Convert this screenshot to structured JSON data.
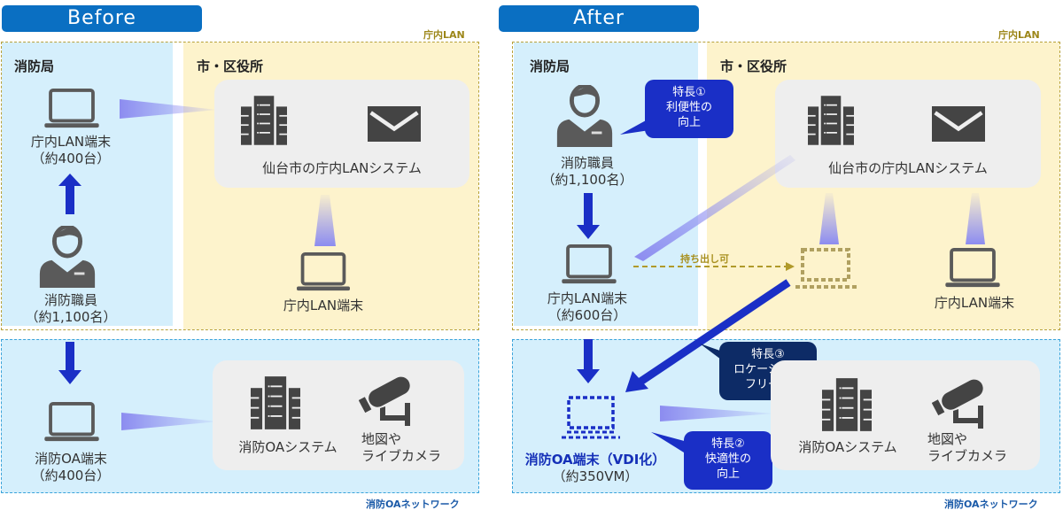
{
  "before": {
    "badge": "Before",
    "lan_tag": "庁内LAN",
    "oa_tag": "消防OAネットワーク",
    "fire_dept_title": "消防局",
    "city_office_title": "市・区役所",
    "lan_terminal": {
      "line1": "庁内LAN端末",
      "line2": "（約400台）",
      "icon": "laptop-icon"
    },
    "staff": {
      "line1": "消防職員",
      "line2": "（約1,100名）",
      "icon": "person-icon"
    },
    "lan_system": {
      "label": "仙台市の庁内LANシステム",
      "icons": [
        "server-icon",
        "mail-icon"
      ]
    },
    "city_terminal": {
      "label": "庁内LAN端末",
      "icon": "laptop-icon"
    },
    "oa_terminal": {
      "line1": "消防OA端末",
      "line2": "（約400台）",
      "icon": "laptop-icon"
    },
    "oa_system": {
      "label": "消防OAシステム",
      "icon": "server-icon"
    },
    "map_camera": {
      "line1": "地図や",
      "line2": "ライブカメラ",
      "icon": "camera-icon"
    }
  },
  "after": {
    "badge": "After",
    "lan_tag": "庁内LAN",
    "oa_tag": "消防OAネットワーク",
    "fire_dept_title": "消防局",
    "city_office_title": "市・区役所",
    "staff": {
      "line1": "消防職員",
      "line2": "（約1,100名）",
      "icon": "person-icon"
    },
    "feature1": {
      "line1": "特長①",
      "line2": "利便性の",
      "line3": "向上"
    },
    "lan_system": {
      "label": "仙台市の庁内LANシステム",
      "icons": [
        "server-icon",
        "mail-icon"
      ]
    },
    "lan_terminal": {
      "line1": "庁内LAN端末",
      "line2": "（約600台）",
      "icon": "laptop-icon"
    },
    "carry_out": "持ち出し可",
    "city_terminal": {
      "label": "庁内LAN端末",
      "icon": "laptop-icon"
    },
    "feature3": {
      "line1": "特長③",
      "line2": "ロケーション",
      "line3": "フリー化"
    },
    "oa_terminal": {
      "line1": "消防OA端末（VDI化）",
      "line2": "（約350VM）",
      "icon": "virtual-laptop-icon"
    },
    "feature2": {
      "line1": "特長②",
      "line2": "快適性の",
      "line3": "向上"
    },
    "oa_system": {
      "label": "消防OAシステム",
      "icon": "server-icon"
    },
    "map_camera": {
      "line1": "地図や",
      "line2": "ライブカメラ",
      "icon": "camera-icon"
    }
  },
  "colors": {
    "badge": "#0a6fc2",
    "fire_dept_bg": "#d5effc",
    "city_office_bg": "#fdf3cc",
    "lan_border": "#b7a13a",
    "oa_border": "#3aa3da",
    "arrow": "#1a2fc6",
    "callout_blue": "#1a2fc6",
    "callout_navy": "#0d2b66",
    "icon": "#555555"
  }
}
